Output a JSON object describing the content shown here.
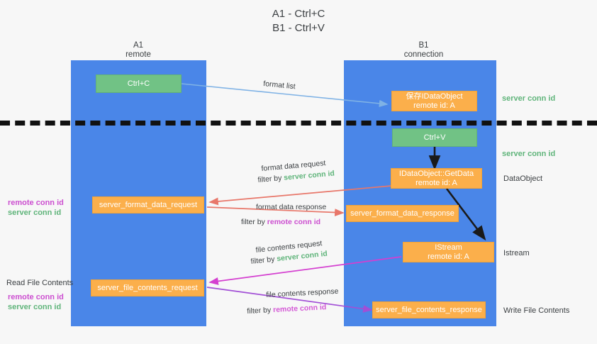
{
  "title": {
    "line1": "A1 - Ctrl+C",
    "line2": "B1 - Ctrl+V"
  },
  "lanes": [
    {
      "id": "A1",
      "name": "A1",
      "role": "remote",
      "color": "#4a86e8"
    },
    {
      "id": "B1",
      "name": "B1",
      "role": "connection",
      "color": "#4a86e8"
    }
  ],
  "colors": {
    "lane": "#4a86e8",
    "green_box": "#71c285",
    "orange_box": "#fbaf4b",
    "server_conn_id": "#5fb47a",
    "remote_conn_id": "#cc4fd0",
    "red_arrow": "#e8776a",
    "blue_arrow": "#7fb2e5",
    "magenta_arrow": "#d43fd0",
    "purple_arrow": "#a24fd6",
    "black_arrow": "#1a1a1a",
    "divider": "#111111",
    "background": "#f7f7f7"
  },
  "boxes": [
    {
      "id": "ctrl-c",
      "lane": "A1",
      "style": "green",
      "line1": "Ctrl+C",
      "line2": ""
    },
    {
      "id": "save-idataobject",
      "lane": "B1",
      "style": "orange",
      "line1": "保存IDataObject",
      "line2": "remote id: A"
    },
    {
      "id": "ctrl-v",
      "lane": "B1",
      "style": "green",
      "line1": "Ctrl+V",
      "line2": ""
    },
    {
      "id": "idataobject-getdata",
      "lane": "B1",
      "style": "orange",
      "line1": "IDataObject::GetData",
      "line2": "remote id: A"
    },
    {
      "id": "server-format-data-request",
      "lane": "A1",
      "style": "orange",
      "line1": "server_format_data_request",
      "line2": ""
    },
    {
      "id": "server-format-data-response",
      "lane": "B1",
      "style": "orange",
      "line1": "server_format_data_response",
      "line2": ""
    },
    {
      "id": "istream",
      "lane": "B1",
      "style": "orange",
      "line1": "IStream",
      "line2": "remote id: A"
    },
    {
      "id": "server-file-contents-request",
      "lane": "A1",
      "style": "orange",
      "line1": "server_file_contents_request",
      "line2": ""
    },
    {
      "id": "server-file-contents-response",
      "lane": "B1",
      "style": "orange",
      "line1": "server_file_contents_response",
      "line2": ""
    }
  ],
  "edge_labels": {
    "format_list": "format list",
    "format_data_request": "format data request",
    "format_data_request_filter_prefix": "filter by ",
    "format_data_request_filter_value": "server conn id",
    "format_data_response": "format data response",
    "format_data_response_filter_prefix": "filter by ",
    "format_data_response_filter_value": "remote conn id",
    "file_contents_request": "file contents request",
    "file_contents_request_filter_prefix": "filter by ",
    "file_contents_request_filter_value": "server conn id",
    "file_contents_response": "file contents response",
    "file_contents_response_filter_prefix": "filter by ",
    "file_contents_response_filter_value": "remote conn id"
  },
  "right_notes": [
    {
      "id": "server-conn-id-1",
      "text": "server conn id",
      "kind": "green"
    },
    {
      "id": "server-conn-id-2",
      "text": "server conn id",
      "kind": "green"
    },
    {
      "id": "dataobject",
      "text": "DataObject",
      "kind": "plain"
    },
    {
      "id": "istream-note",
      "text": "Istream",
      "kind": "plain"
    },
    {
      "id": "write-file-contents",
      "text": "Write File Contents",
      "kind": "plain"
    }
  ],
  "left_notes": {
    "group1": {
      "remote": "remote conn id",
      "server": "server conn id"
    },
    "read_file_contents": "Read File Contents",
    "group2": {
      "remote": "remote conn id",
      "server": "server conn id"
    }
  }
}
